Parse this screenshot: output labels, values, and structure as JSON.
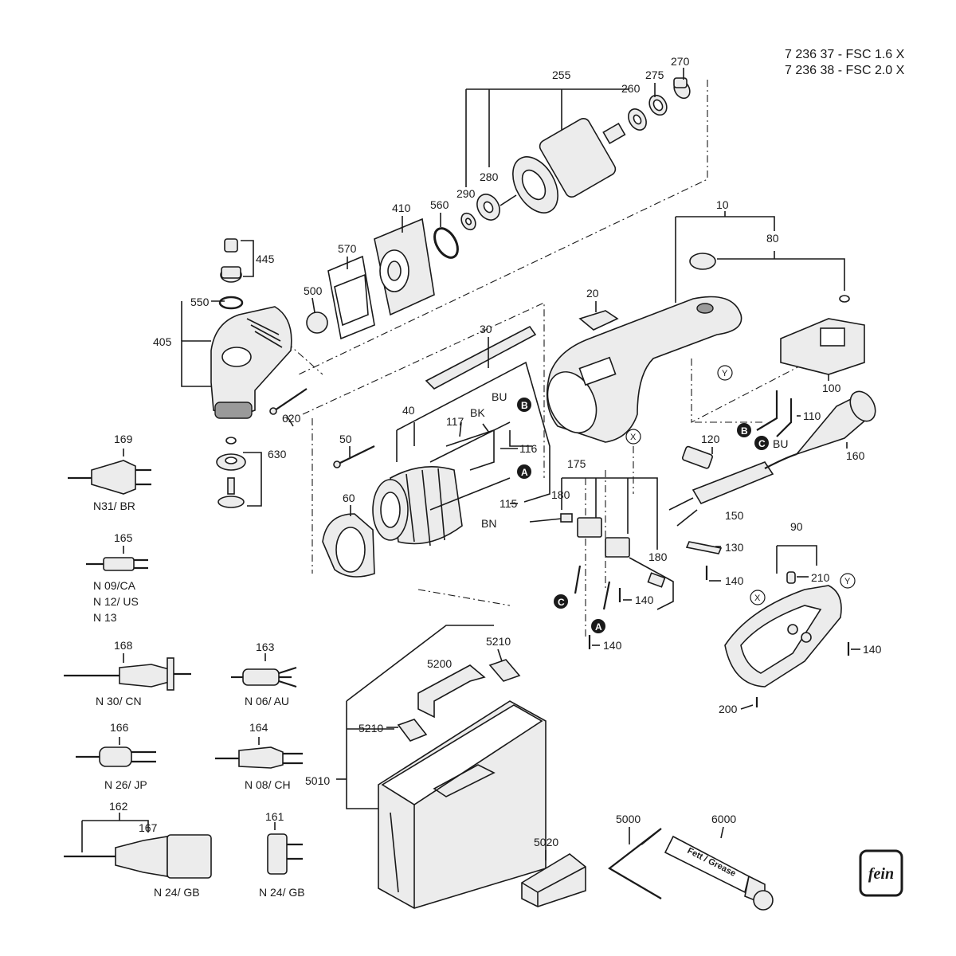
{
  "header": {
    "line1": "7 236 37 - FSC 1.6 X",
    "line2": "7 236 38 - FSC 2.0 X"
  },
  "parts": {
    "p10": "10",
    "p20": "20",
    "p30": "30",
    "p40": "40",
    "p50": "50",
    "p60": "60",
    "p80": "80",
    "p90": "90",
    "p100": "100",
    "p110": "110",
    "p115": "115",
    "p116": "116",
    "p117": "117",
    "p120": "120",
    "p130": "130",
    "p140a": "140",
    "p140b": "140",
    "p140c": "140",
    "p140d": "140",
    "p150": "150",
    "p160": "160",
    "p161": "161",
    "p162": "162",
    "p163": "163",
    "p164": "164",
    "p165": "165",
    "p166": "166",
    "p167": "167",
    "p168": "168",
    "p169": "169",
    "p175": "175",
    "p180a": "180",
    "p180b": "180",
    "p200": "200",
    "p210": "210",
    "p255": "255",
    "p260": "260",
    "p270": "270",
    "p275": "275",
    "p280": "280",
    "p290": "290",
    "p405": "405",
    "p410": "410",
    "p445": "445",
    "p500": "500",
    "p550": "550",
    "p560": "560",
    "p570": "570",
    "p620": "620",
    "p630": "630",
    "p5000": "5000",
    "p5010": "5010",
    "p5020": "5020",
    "p5200": "5200",
    "p5210a": "5210",
    "p5210b": "5210",
    "p6000": "6000"
  },
  "wire_labels": {
    "bk": "BK",
    "bu1": "BU",
    "bu2": "BU",
    "bn": "BN"
  },
  "callouts": {
    "a1": "A",
    "a2": "A",
    "b1": "B",
    "b2": "B",
    "c1": "C",
    "c2": "C",
    "x1": "X",
    "x2": "X",
    "y1": "Y",
    "y2": "Y"
  },
  "plug_variants": {
    "n31": "N31/ BR",
    "n09": "N 09/CA",
    "n12": "N 12/ US",
    "n13": "N 13",
    "n30": "N 30/ CN",
    "n06": "N 06/ AU",
    "n26": "N 26/ JP",
    "n08": "N 08/ CH",
    "n24a": "N 24/ GB",
    "n24b": "N 24/ GB"
  },
  "tube_text": "Fett / Grease",
  "logo_text": "fein"
}
